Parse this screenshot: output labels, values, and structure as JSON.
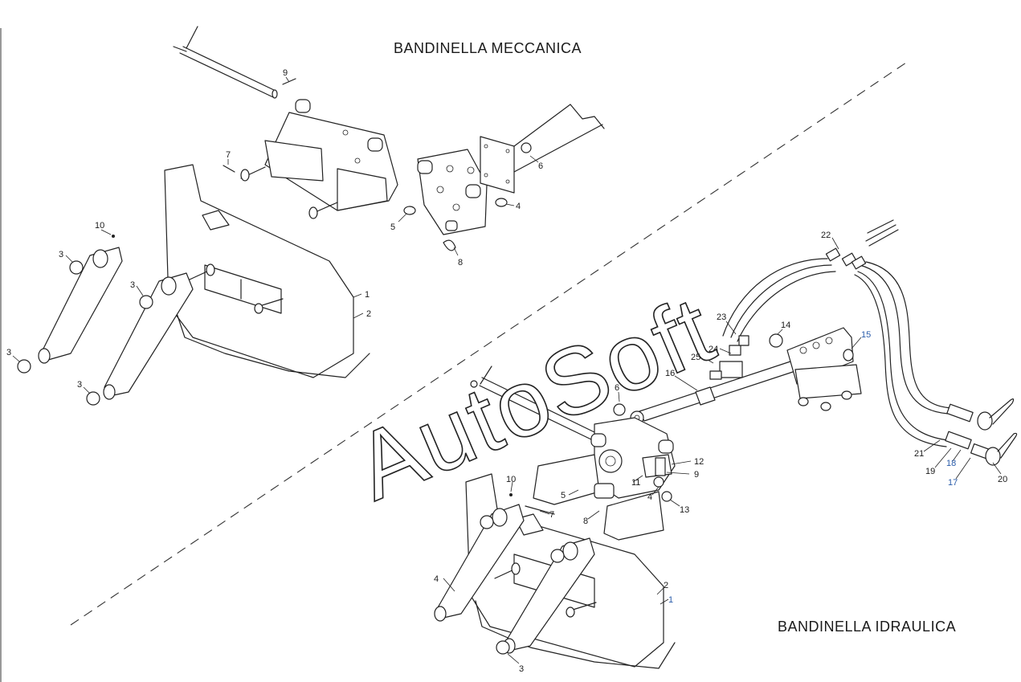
{
  "titles": {
    "mechanical": "BANDINELLA MECCANICA",
    "hydraulic": "BANDINELLA IDRAULICA"
  },
  "watermark": "AutoSoft",
  "callouts_top": [
    {
      "label": "9",
      "blue": false
    },
    {
      "label": "7",
      "blue": false
    },
    {
      "label": "6",
      "blue": false
    },
    {
      "label": "4",
      "blue": false
    },
    {
      "label": "5",
      "blue": false
    },
    {
      "label": "8",
      "blue": false
    },
    {
      "label": "10",
      "blue": false
    },
    {
      "label": "3",
      "blue": false
    },
    {
      "label": "3",
      "blue": false
    },
    {
      "label": "3",
      "blue": false
    },
    {
      "label": "3",
      "blue": false
    },
    {
      "label": "1",
      "blue": false
    },
    {
      "label": "2",
      "blue": false
    }
  ],
  "callouts_bottom": [
    {
      "label": "22",
      "blue": false
    },
    {
      "label": "23",
      "blue": false
    },
    {
      "label": "14",
      "blue": false
    },
    {
      "label": "15",
      "blue": true
    },
    {
      "label": "24",
      "blue": false
    },
    {
      "label": "25",
      "blue": false
    },
    {
      "label": "16",
      "blue": false
    },
    {
      "label": "6",
      "blue": false
    },
    {
      "label": "12",
      "blue": false
    },
    {
      "label": "9",
      "blue": false
    },
    {
      "label": "11",
      "blue": false
    },
    {
      "label": "4",
      "blue": false
    },
    {
      "label": "13",
      "blue": false
    },
    {
      "label": "10",
      "blue": false
    },
    {
      "label": "5",
      "blue": false
    },
    {
      "label": "7",
      "blue": false
    },
    {
      "label": "8",
      "blue": false
    },
    {
      "label": "4",
      "blue": false
    },
    {
      "label": "2",
      "blue": false
    },
    {
      "label": "1",
      "blue": true
    },
    {
      "label": "3",
      "blue": false
    },
    {
      "label": "21",
      "blue": false
    },
    {
      "label": "19",
      "blue": false
    },
    {
      "label": "18",
      "blue": true
    },
    {
      "label": "17",
      "blue": true
    },
    {
      "label": "20",
      "blue": false
    }
  ]
}
